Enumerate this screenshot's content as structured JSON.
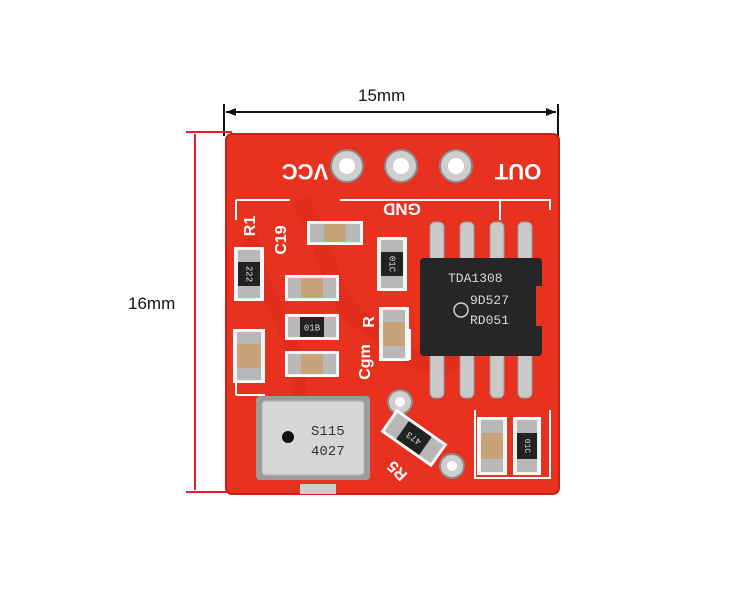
{
  "dimensions": {
    "width_label": "15mm",
    "height_label": "16mm",
    "width_line_color": "#111111",
    "height_line_color": "#e8202a"
  },
  "board": {
    "color": "#e8311f",
    "silk_color": "#ffffff",
    "pins": [
      "VCC",
      "GND",
      "OUT"
    ],
    "designators": [
      "R1",
      "C19",
      "Cgm",
      "R",
      "R5"
    ],
    "chip": {
      "line1": "TDA1308",
      "line2": "9D527",
      "line3": "RD051"
    },
    "mic": {
      "line1": "S115",
      "line2": "4027"
    },
    "resistor_codes": [
      "222",
      "01B",
      "01C",
      "473",
      "01C"
    ]
  }
}
